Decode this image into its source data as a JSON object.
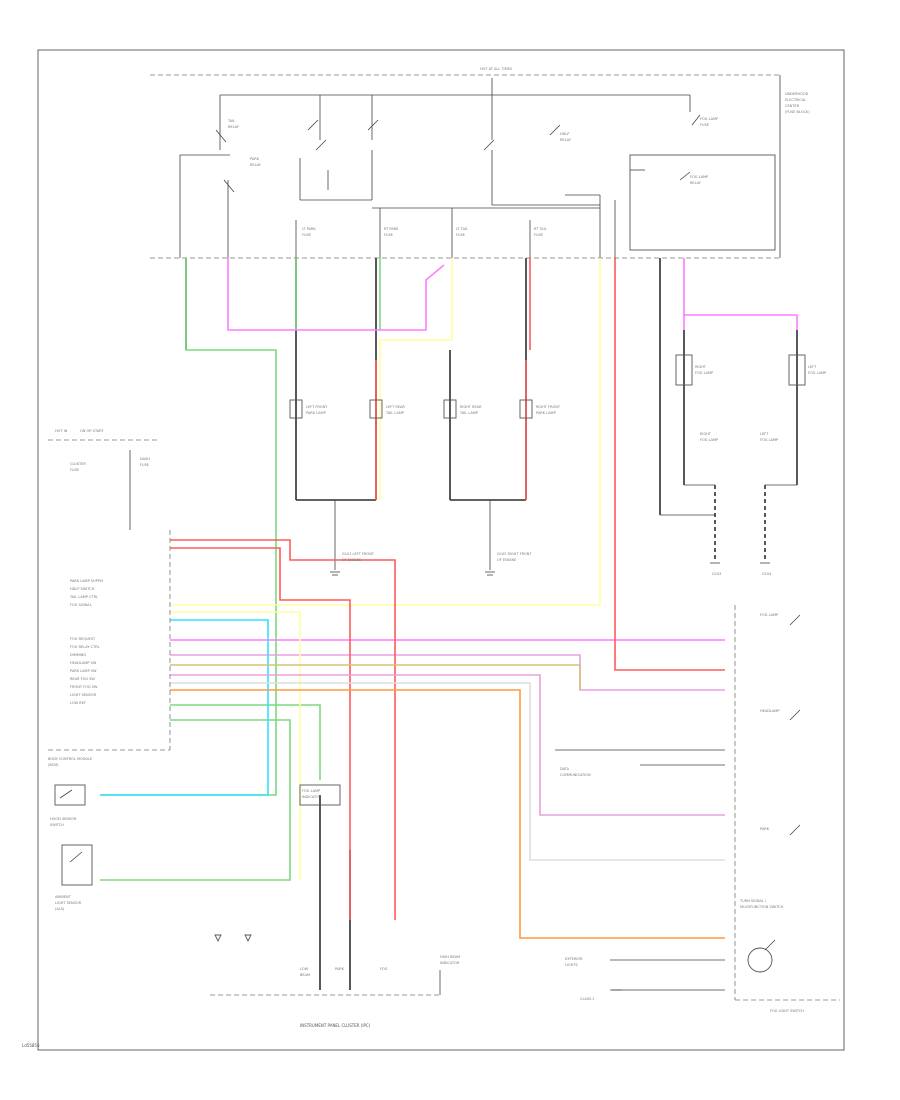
{
  "colors": {
    "wire_black": "#2f2f2f",
    "wire_green": "#7fd97f",
    "wire_pink": "#ff7cff",
    "wire_yellow": "#ffffa0",
    "wire_red": "#ff5a5a",
    "wire_cyan": "#33e0ff",
    "wire_brown": "#d6c07a",
    "wire_orange": "#ff9a40",
    "wire_violet": "#e8a0e0",
    "outline": "#555555"
  },
  "icons": {
    "relay_switch": "relay-switch-icon",
    "bulb": "bulb-icon",
    "ground": "ground-icon",
    "switch": "switch-icon",
    "diode": "diode-icon"
  },
  "labels": {
    "bottom_left": "Ld55856",
    "cluster_bottom": "INSTRUMENT PANEL CLUSTER (IPC)",
    "fog_light_switch": "FOG LIGHT SWITCH"
  }
}
